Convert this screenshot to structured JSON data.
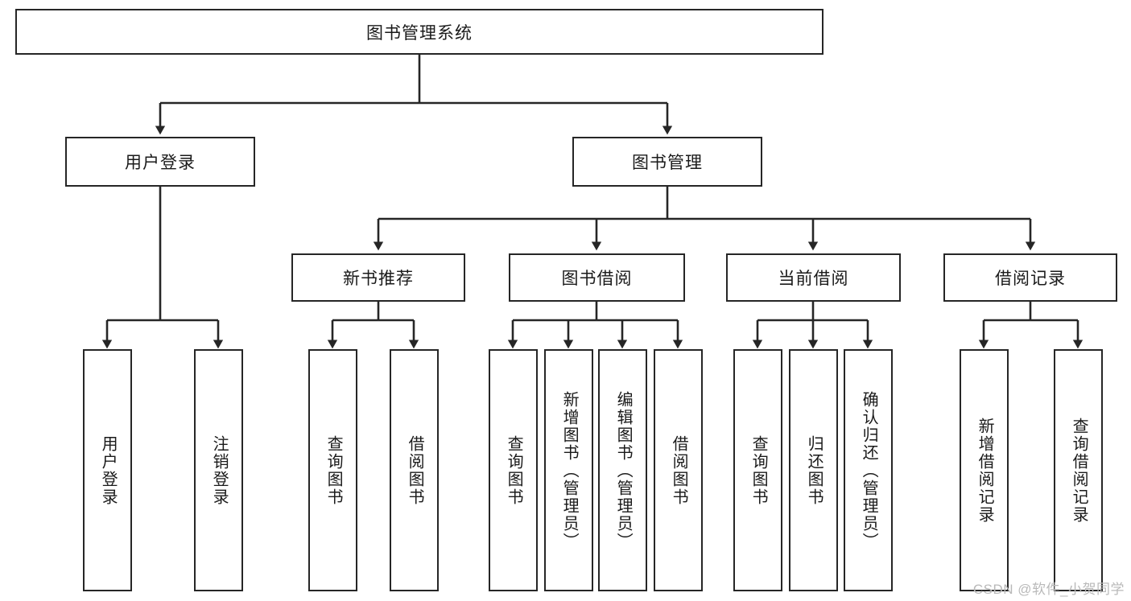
{
  "diagram": {
    "title_node": {
      "label": "图书管理系统"
    },
    "level2": [
      {
        "label": "用户登录"
      },
      {
        "label": "图书管理"
      }
    ],
    "level3": [
      {
        "label": "新书推荐"
      },
      {
        "label": "图书借阅"
      },
      {
        "label": "当前借阅"
      },
      {
        "label": "借阅记录"
      }
    ],
    "leaves": {
      "user_login": [
        {
          "label": "用户登录"
        },
        {
          "label": "注销登录"
        }
      ],
      "new_book_recommend": [
        {
          "label": "查询图书"
        },
        {
          "label": "借阅图书"
        }
      ],
      "book_borrow": [
        {
          "label": "查询图书"
        },
        {
          "label": "新增图书（管理员）"
        },
        {
          "label": "编辑图书（管理员）"
        },
        {
          "label": "借阅图书"
        }
      ],
      "current_borrow": [
        {
          "label": "查询图书"
        },
        {
          "label": "归还图书"
        },
        {
          "label": "确认归还（管理员）"
        }
      ],
      "borrow_record": [
        {
          "label": "新增借阅记录"
        },
        {
          "label": "查询借阅记录"
        }
      ]
    }
  },
  "watermark": {
    "text": "CSDN @软件_小贺同学"
  },
  "colors": {
    "border": "#262626",
    "text": "#1a1a1a",
    "background": "#ffffff",
    "watermark": "#b9b9b9"
  }
}
